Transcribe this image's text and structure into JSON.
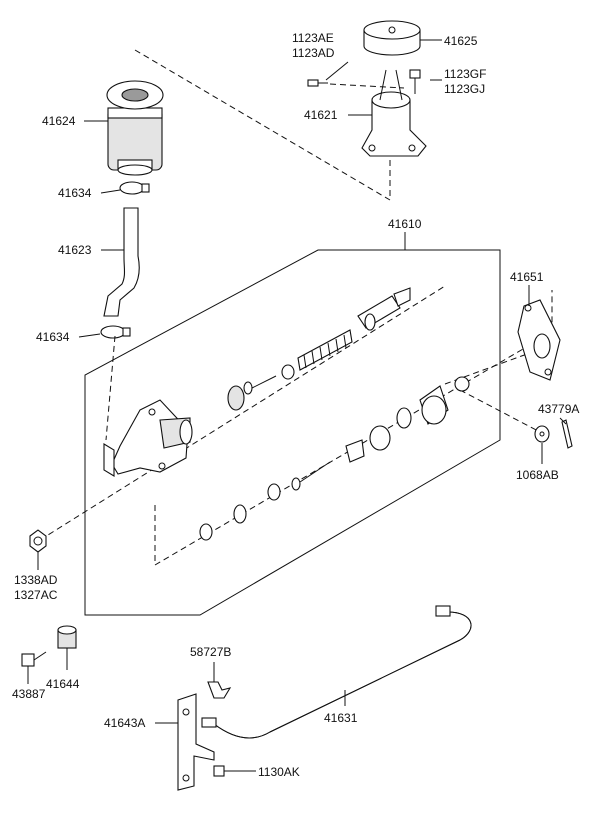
{
  "labels": {
    "l_1123AE": "1123AE",
    "l_1123AD": "1123AD",
    "l_41625": "41625",
    "l_1123GF": "1123GF",
    "l_1123GJ": "1123GJ",
    "l_41624": "41624",
    "l_41621": "41621",
    "l_41634a": "41634",
    "l_41623": "41623",
    "l_41610": "41610",
    "l_41651": "41651",
    "l_41634b": "41634",
    "l_43779A": "43779A",
    "l_1068AB": "1068AB",
    "l_1338AD": "1338AD",
    "l_1327AC": "1327AC",
    "l_58727B": "58727B",
    "l_43887": "43887",
    "l_41644": "41644",
    "l_41643A": "41643A",
    "l_41631": "41631",
    "l_1130AK": "1130AK"
  }
}
